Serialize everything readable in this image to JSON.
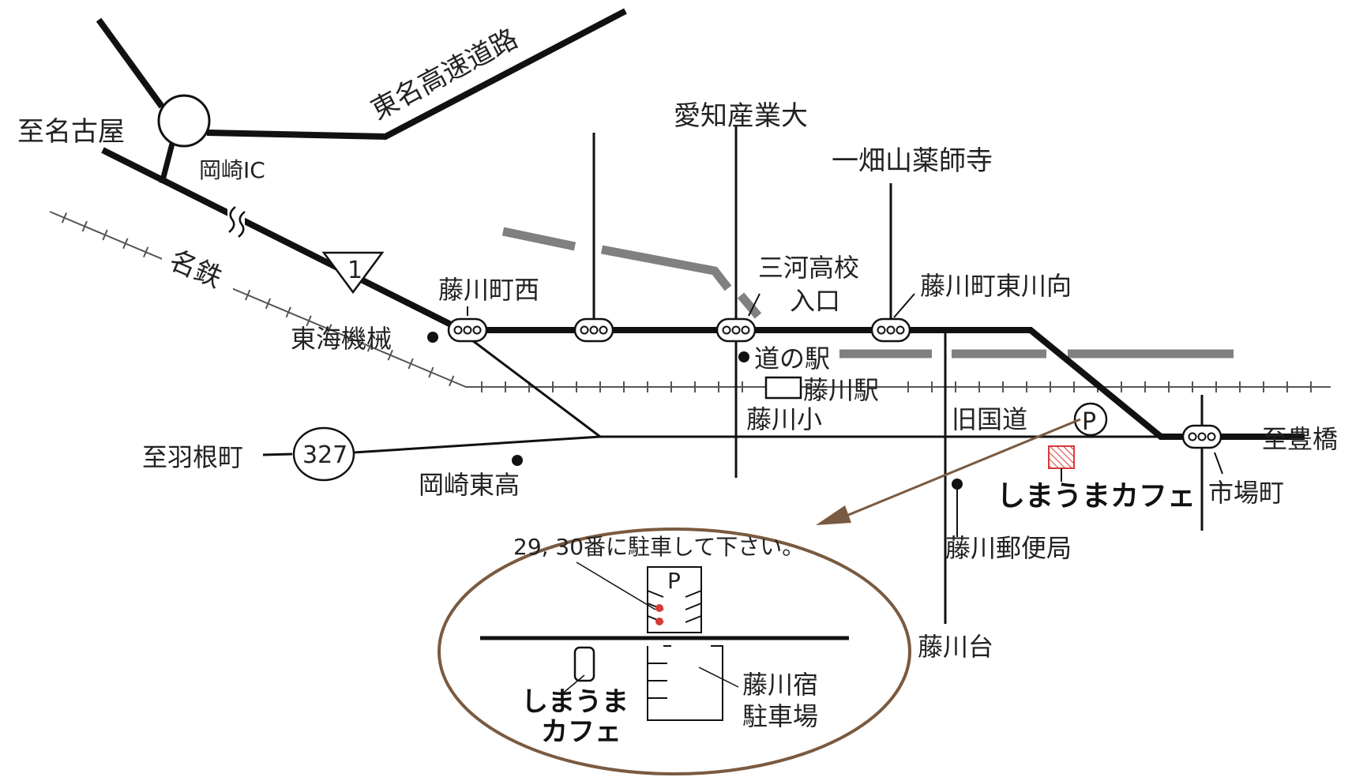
{
  "map": {
    "labels": {
      "to_nagoya": "至名古屋",
      "tomei_expressway": "東名高速道路",
      "okazaki_ic": "岡崎IC",
      "meitetsu": "名鉄",
      "route_1": "1",
      "tokai_kikai": "東海機械",
      "fujikawacho_nishi": "藤川町西",
      "aichi_sangyo_univ": "愛知産業大",
      "mikawa_high_line1": "三河高校",
      "mikawa_high_line2": "入口",
      "michi_no_eki": "道の駅",
      "ichihata_yakushiji": "一畑山薬師寺",
      "fujikawacho_higashikawamuki": "藤川町東川向",
      "fujikawa_station": "藤川駅",
      "fujikawa_elementary": "藤川小",
      "old_national_road": "旧国道",
      "parking_symbol": "P",
      "to_toyohashi": "至豊橋",
      "route_327": "327",
      "to_hanecho": "至羽根町",
      "okazaki_higashi_high": "岡崎東高",
      "cafe_name": "しまうまカフェ",
      "ichibacho": "市場町",
      "fujikawa_post_office": "藤川郵便局",
      "fujikawadai": "藤川台"
    },
    "inset": {
      "parking_note": "29, 30番に駐車して下さい。",
      "parking_symbol": "P",
      "cafe_line1": "しまうま",
      "cafe_line2": "カフェ",
      "lot_line1": "藤川宿",
      "lot_line2": "駐車場"
    },
    "colors": {
      "road": "#111111",
      "railway": "#555555",
      "bypass": "#808080",
      "arrow": "#7a5a40",
      "inset_border": "#7a5a40",
      "cafe_marker": "#d83a3a",
      "parking_dot": "#d83a3a"
    }
  }
}
